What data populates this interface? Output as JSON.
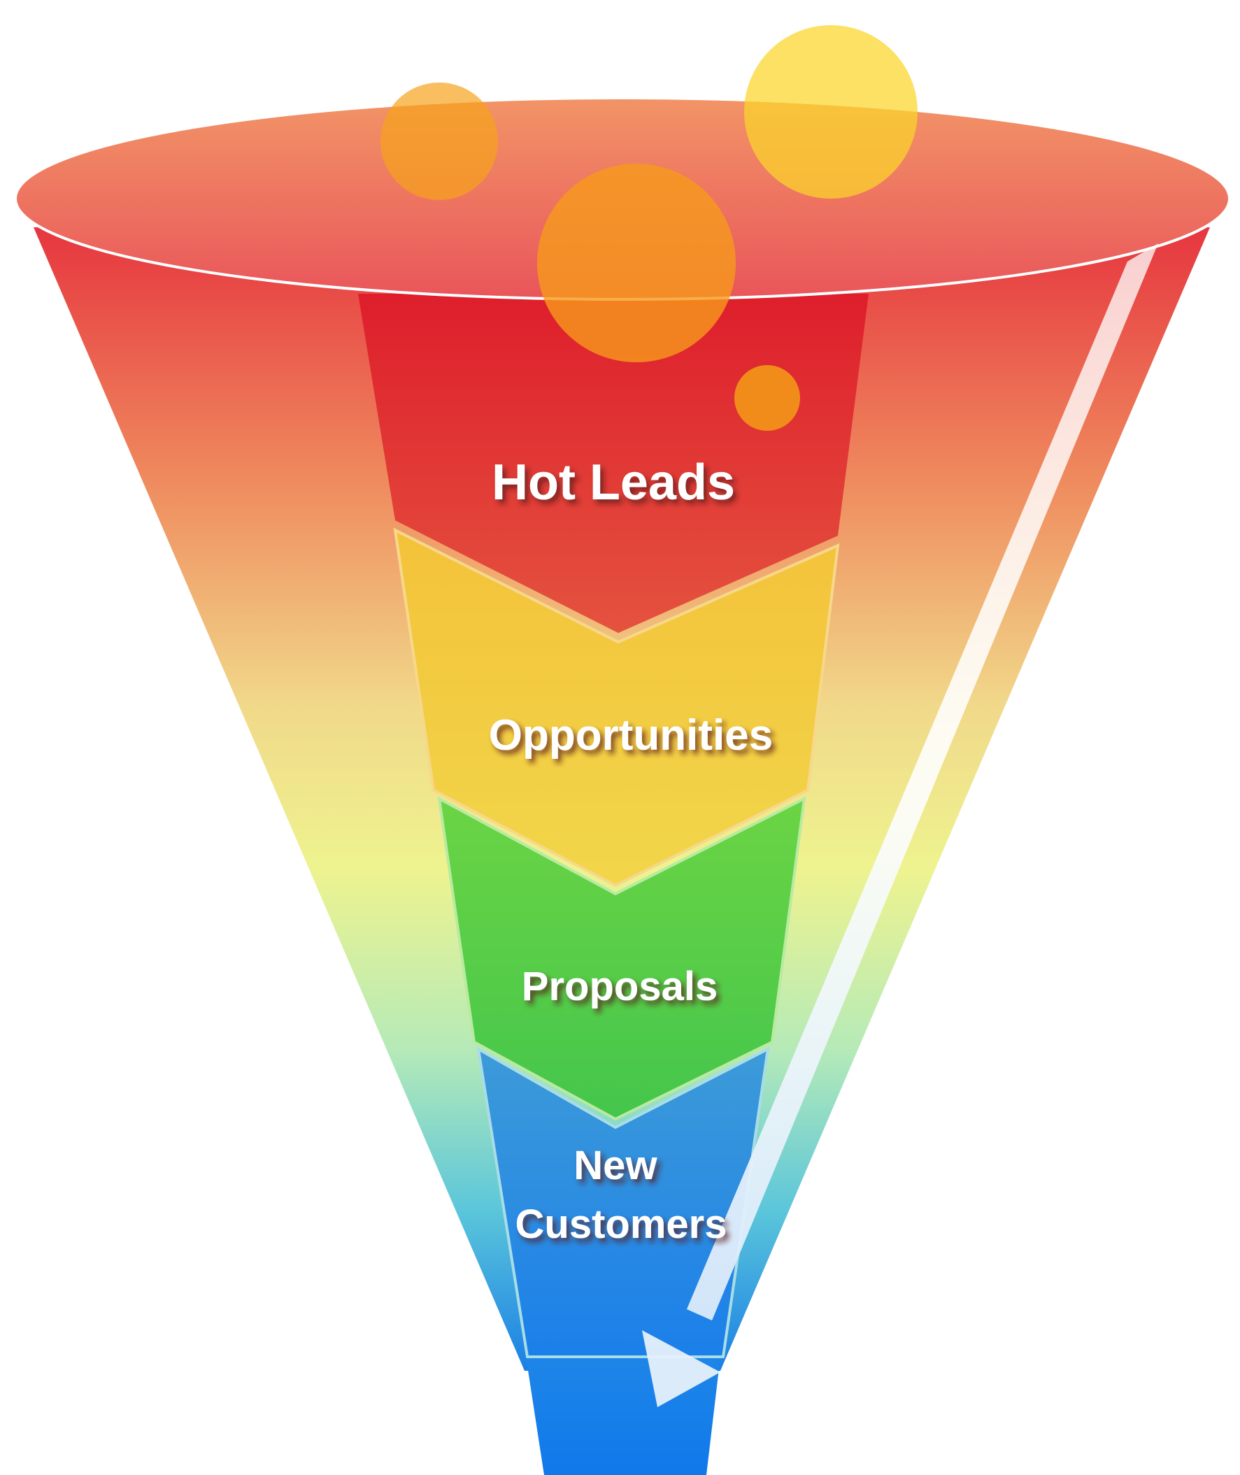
{
  "diagram": {
    "type": "sales-funnel",
    "stages": [
      {
        "label": "Hot Leads",
        "color": "#E1242E"
      },
      {
        "label": "Opportunities",
        "color": "#F3C83A"
      },
      {
        "label": "Proposals",
        "color": "#56CC45"
      },
      {
        "label": "New Customers",
        "color": "#2E8CE0"
      }
    ],
    "funnel_gradient": [
      "#E83A43",
      "#F0A76A",
      "#EEF08F",
      "#9EE2BC",
      "#2FA8E6",
      "#1577E4"
    ],
    "bubble_color": "#F7A21B",
    "arrow_color": "#FFFFFF"
  }
}
